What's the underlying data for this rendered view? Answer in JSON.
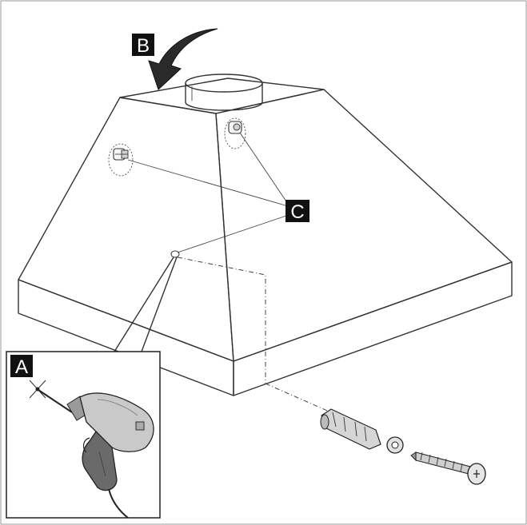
{
  "figure": {
    "labels": {
      "a": "A",
      "b": "B",
      "c": "C"
    },
    "colors": {
      "hood_top": "#f1f1f1",
      "hood_side_light": "#ebebeb",
      "hood_side_dark": "#dedede",
      "drill_body": "#c8c8c8",
      "drill_grip": "#6a6a6a",
      "arrow": "#2a2a2a"
    },
    "icons": [
      "curved-arrow-icon",
      "drill-icon",
      "wall-plug-icon",
      "washer-icon",
      "screw-icon"
    ]
  }
}
